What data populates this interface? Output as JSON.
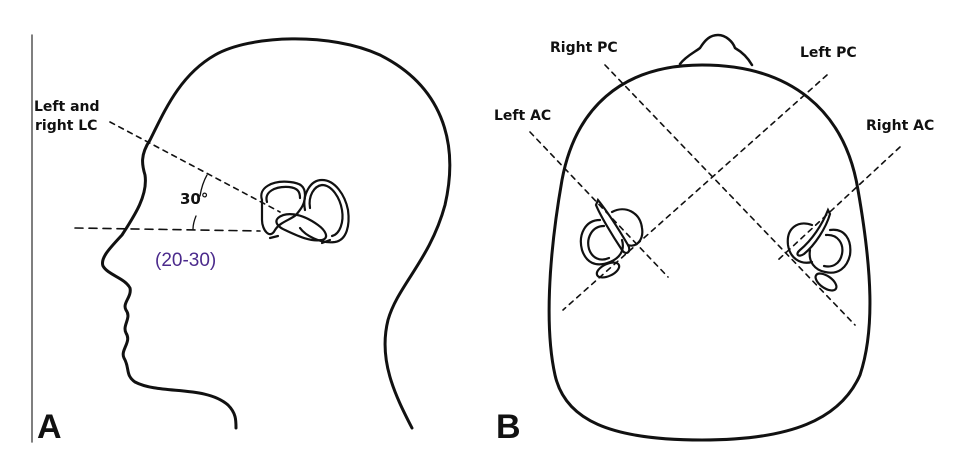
{
  "panel_a": {
    "letter": "A",
    "label_lc_line1": "Left and",
    "label_lc_line2": "right LC",
    "angle": "30°",
    "angle_range": "(20-30)"
  },
  "panel_b": {
    "letter": "B",
    "label_right_pc": "Right PC",
    "label_left_pc": "Left PC",
    "label_left_ac": "Left AC",
    "label_right_ac": "Right AC"
  },
  "colors": {
    "line": "#111111",
    "range_text": "#4b2a8c"
  }
}
